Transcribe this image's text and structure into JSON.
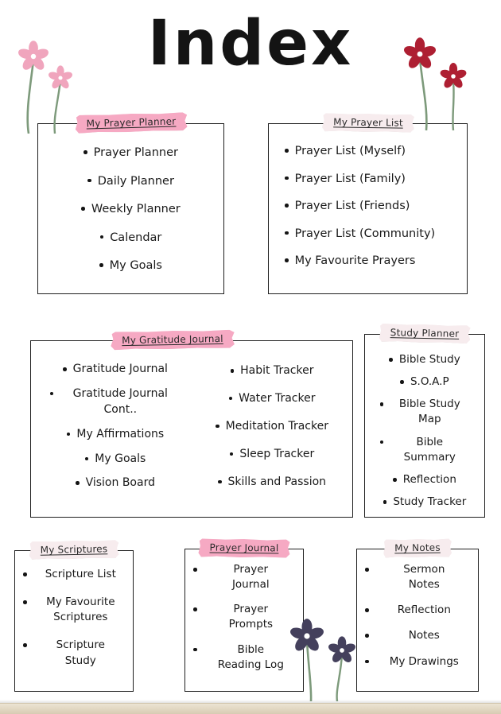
{
  "page": {
    "title": "Index"
  },
  "colors": {
    "tape_pink": "#f6a9c3",
    "tape_pale": "#f7ecee",
    "flower_pink": "#f0a5bd",
    "flower_red": "#ae1f32",
    "flower_navy": "#44405c",
    "stem_green": "#7d9a7b"
  },
  "decorations": {
    "top_left": "pink-flowers",
    "top_right": "red-flowers",
    "bottom_center": "navy-flowers"
  },
  "sections": {
    "prayer_planner": {
      "label": "My Prayer Planner",
      "items": [
        "Prayer Planner",
        "Daily Planner",
        "Weekly Planner",
        "Calendar",
        "My Goals"
      ]
    },
    "prayer_list": {
      "label": "My Prayer List",
      "items": [
        "Prayer List (Myself)",
        "Prayer List (Family)",
        "Prayer List (Friends)",
        "Prayer List (Community)",
        "My Favourite Prayers"
      ]
    },
    "gratitude_journal": {
      "label": "My Gratitude Journal",
      "items_left": [
        "Gratitude Journal",
        "Gratitude Journal Cont..",
        "My Affirmations",
        "My Goals",
        "Vision Board"
      ],
      "items_right": [
        "Habit Tracker",
        "Water Tracker",
        "Meditation Tracker",
        "Sleep Tracker",
        "Skills and Passion"
      ]
    },
    "study_planner": {
      "label": "Study Planner",
      "items": [
        "Bible Study",
        "S.O.A.P",
        "Bible Study Map",
        "Bible Summary",
        "Reflection",
        "Study Tracker"
      ]
    },
    "my_scriptures": {
      "label": "My Scriptures",
      "items": [
        "Scripture List",
        "My Favourite Scriptures",
        "Scripture Study"
      ]
    },
    "prayer_journal": {
      "label": "Prayer Journal",
      "items": [
        "Prayer Journal",
        "Prayer Prompts",
        "Bible Reading Log"
      ]
    },
    "my_notes": {
      "label": "My Notes",
      "items": [
        "Sermon Notes",
        "Reflection",
        "Notes",
        "My Drawings"
      ]
    }
  }
}
